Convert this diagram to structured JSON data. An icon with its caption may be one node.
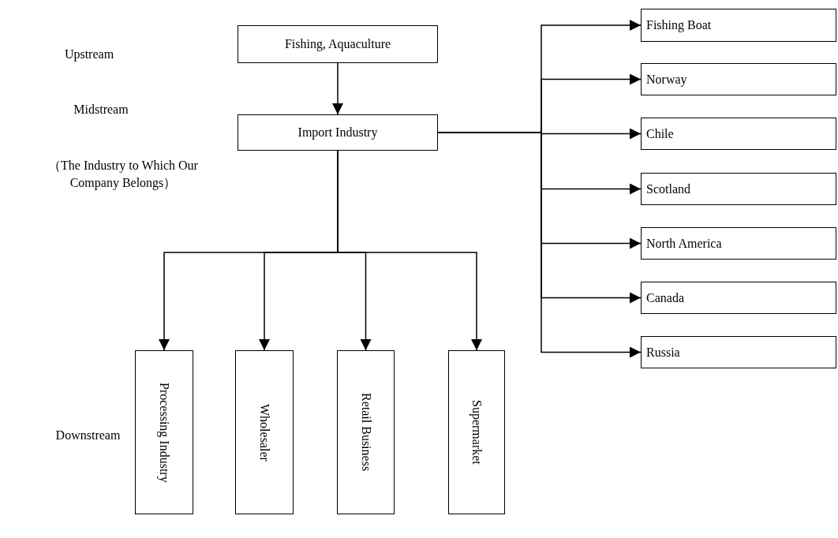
{
  "diagram": {
    "nodes": [
      {
        "text": [
          "Fishing, Aquaculture"
        ]
      },
      {
        "text": [
          "Import Industry"
        ]
      },
      {
        "text": [
          "Fishing Boat"
        ]
      },
      {
        "text": [
          "Norway"
        ]
      },
      {
        "text": [
          "Chile"
        ]
      },
      {
        "text": [
          "Scotland"
        ]
      },
      {
        "text": [
          "North America"
        ]
      },
      {
        "text": [
          "Canada"
        ]
      },
      {
        "text": [
          "Russia"
        ]
      },
      {
        "text": [
          "Processing Industry"
        ]
      },
      {
        "text": [
          "Wholesaler"
        ]
      },
      {
        "text": [
          "Retail Business"
        ]
      },
      {
        "text": [
          "Supermarket"
        ]
      }
    ],
    "edges": [
      {
        "from": 0,
        "to": 1,
        "arrow": "to"
      },
      {
        "from": 1,
        "to": 2,
        "arrow": "to"
      },
      {
        "from": 1,
        "to": 3,
        "arrow": "to"
      },
      {
        "from": 1,
        "to": 4,
        "arrow": "to"
      },
      {
        "from": 1,
        "to": 5,
        "arrow": "to"
      },
      {
        "from": 1,
        "to": 6,
        "arrow": "to"
      },
      {
        "from": 1,
        "to": 7,
        "arrow": "to"
      },
      {
        "from": 1,
        "to": 8,
        "arrow": "to"
      },
      {
        "from": 1,
        "to": 9,
        "arrow": "to"
      },
      {
        "from": 1,
        "to": 10,
        "arrow": "to"
      },
      {
        "from": 1,
        "to": 11,
        "arrow": "to"
      },
      {
        "from": 1,
        "to": 12,
        "arrow": "to"
      }
    ],
    "labels": [
      "Upstream",
      "Midstream",
      "（The Industry to Which Our Company Belongs）",
      "Downstream"
    ]
  }
}
